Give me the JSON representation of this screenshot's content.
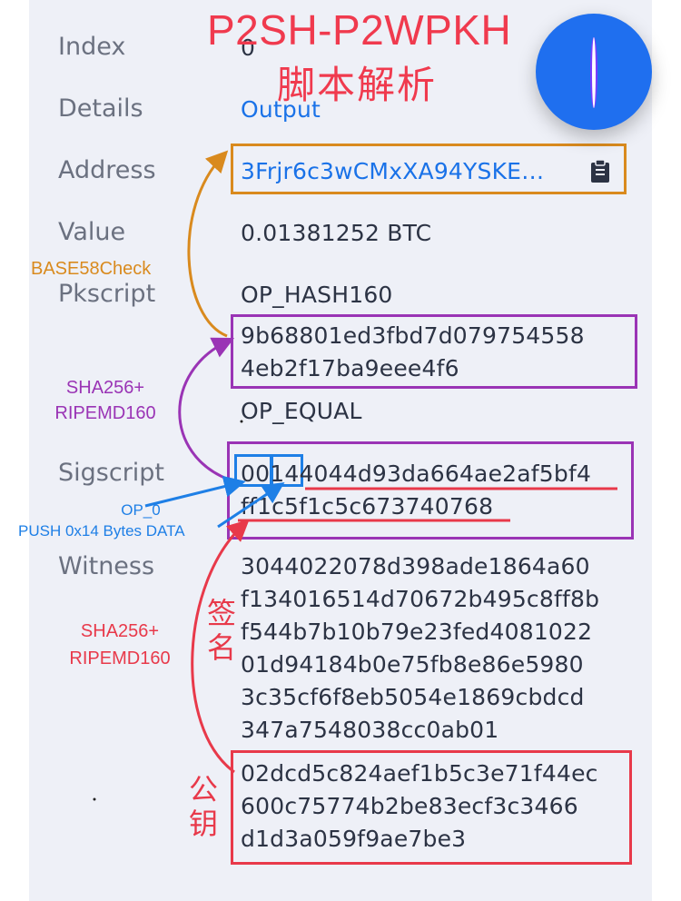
{
  "title": {
    "main": "P2SH-P2WPKH",
    "sub": "脚本解析"
  },
  "labels": {
    "index": "Index",
    "details": "Details",
    "address": "Address",
    "value": "Value",
    "pkscript": "Pkscript",
    "sigscript": "Sigscript",
    "witness": "Witness"
  },
  "values": {
    "index": "0",
    "details": "Output",
    "address": "3Frjr6c3wCMxXA94YSKE…",
    "value": "0.01381252 BTC",
    "pkscript_op1": "OP_HASH160",
    "pkscript_hash_line1": "9b68801ed3fbd7d079754558",
    "pkscript_hash_line2": "4eb2f17ba9eee4f6",
    "pkscript_op2": "OP_EQUAL",
    "sig_op0": "00",
    "sig_push": "14",
    "sig_rest_line1": "4044d93da664ae2af5bf4",
    "sig_line2": "ff1c5f1c5c673740768",
    "witness_lines": [
      "3044022078d398ade1864a60",
      "f134016514d70672b495c8ff8b",
      "f544b7b10b79e23fed4081022",
      "01d94184b0e75fb8e86e5980",
      "3c35cf6f8eb5054e1869cbdcd",
      "347a7548038cc0ab01"
    ],
    "pubkey_lines": [
      "02dcd5c824aef1b5c3e71f44ec",
      "600c75774b2be83ecf3c3466",
      "d1d3a059f9ae7be3"
    ]
  },
  "annotations": {
    "base58": "BASE58Check",
    "sha_top_1": "SHA256+",
    "sha_top_2": "RIPEMD160",
    "op0": "OP_0",
    "push": "PUSH 0x14 Bytes DATA",
    "sha_bottom_1": "SHA256+",
    "sha_bottom_2": "RIPEMD160",
    "signature_cn_1": "签",
    "signature_cn_2": "名",
    "pubkey_cn_1": "公",
    "pubkey_cn_2": "钥"
  },
  "colors": {
    "orange": "#d98a1e",
    "purple": "#9a34b5",
    "blue": "#1e7fe6",
    "red": "#e8394a",
    "link": "#1a72e8",
    "fab": "#1f6fef"
  },
  "icons": {
    "copy": "clipboard-icon",
    "fab": "compass-needle-icon"
  }
}
